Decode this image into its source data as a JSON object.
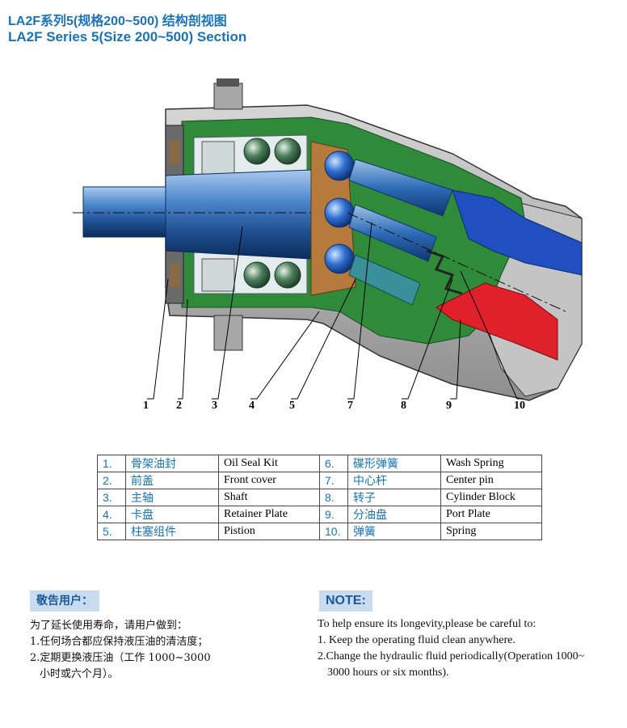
{
  "title_cn": "LA2F系列5(规格200~500)   结构剖视图",
  "title_en": "LA2F Series 5(Size 200~500) Section",
  "callouts": [
    "1",
    "2",
    "3",
    "4",
    "5",
    "7",
    "8",
    "9",
    "10"
  ],
  "parts": [
    {
      "num": "1.",
      "cn": "骨架油封",
      "en": "Oil Seal Kit"
    },
    {
      "num": "2.",
      "cn": "前盖",
      "en": "Front cover"
    },
    {
      "num": "3.",
      "cn": "主轴",
      "en": "Shaft"
    },
    {
      "num": "4.",
      "cn": "卡盘",
      "en": "Retainer Plate"
    },
    {
      "num": "5.",
      "cn": "柱塞组件",
      "en": "Pistion"
    },
    {
      "num": "6.",
      "cn": "碟形弹簧",
      "en": "Wash Spring"
    },
    {
      "num": "7.",
      "cn": "中心杆",
      "en": "Center pin"
    },
    {
      "num": "8.",
      "cn": "转子",
      "en": "Cylinder Block"
    },
    {
      "num": "9.",
      "cn": "分油盘",
      "en": "Port Plate"
    },
    {
      "num": "10.",
      "cn": "弹簧",
      "en": "Spring"
    }
  ],
  "notice_cn": {
    "heading": "敬告用户：",
    "lines": [
      "为了延长使用寿命，请用户做到：",
      "1.任何场合都应保持液压油的清洁度；",
      "2.定期更换液压油（工作 1000~3000",
      "小时或六个月）。"
    ]
  },
  "notice_en": {
    "heading": "NOTE:",
    "lines": [
      "To help ensure its longevity,please be careful to:",
      "1. Keep the operating fluid clean anywhere.",
      "2.Change the hydraulic fluid periodically(Operation 1000~",
      "3000 hours or six months)."
    ]
  },
  "colors": {
    "title": "#1a73b8",
    "housing": "#b9b9b9",
    "green": "#2f8a3a",
    "shaft": "#3a74b8",
    "red": "#e0202a",
    "blue": "#1f4fc0",
    "notebox": "#c9dbef"
  }
}
